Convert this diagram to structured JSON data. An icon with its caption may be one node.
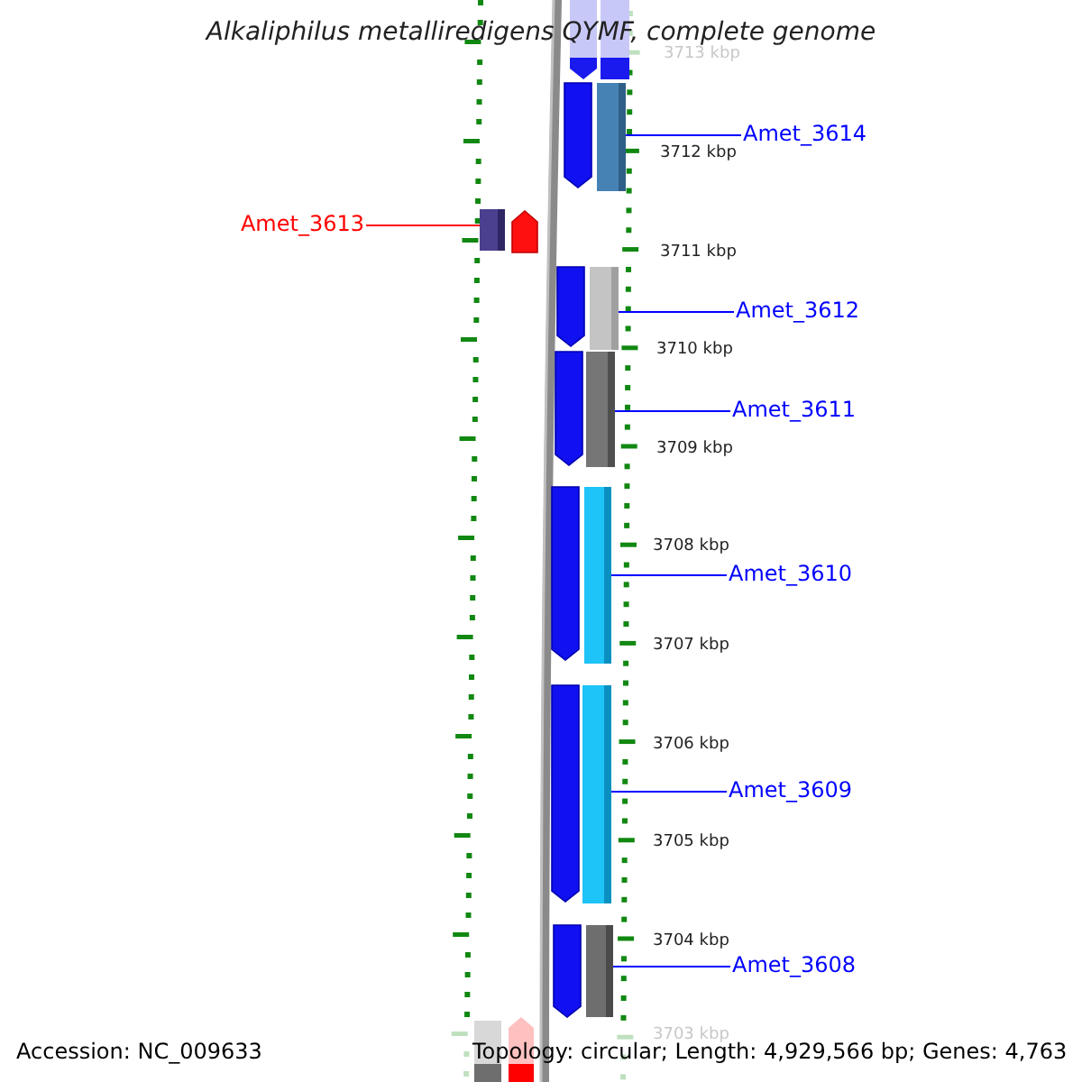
{
  "diagram": {
    "title": "Alkaliphilus metalliredigens QYMF, complete genome",
    "nodes": [
      {
        "text": [
          "Amet_3614"
        ]
      },
      {
        "text": [],
        "shape": "bar"
      },
      {
        "text": [
          "Amet_3613"
        ]
      },
      {
        "text": [],
        "shape": "bar"
      },
      {
        "text": [
          "Amet_3612"
        ]
      },
      {
        "text": [],
        "shape": "bar"
      },
      {
        "text": [
          "Amet_3611"
        ]
      },
      {
        "text": [],
        "shape": "bar"
      },
      {
        "text": [
          "Amet_3610"
        ]
      },
      {
        "text": [],
        "shape": "bar"
      },
      {
        "text": [
          "Amet_3609"
        ]
      },
      {
        "text": [],
        "shape": "bar"
      },
      {
        "text": [
          "Amet_3608"
        ]
      },
      {
        "text": [],
        "shape": "bar"
      }
    ],
    "edges": [
      {
        "from": 0,
        "to": 1,
        "arrow": "none"
      },
      {
        "from": 2,
        "to": 3,
        "arrow": "none",
        "color": "#ff0000"
      },
      {
        "from": 4,
        "to": 5,
        "arrow": "none"
      },
      {
        "from": 6,
        "to": 7,
        "arrow": "none"
      },
      {
        "from": 8,
        "to": 9,
        "arrow": "none"
      },
      {
        "from": 10,
        "to": 11,
        "arrow": "none"
      },
      {
        "from": 12,
        "to": 13,
        "arrow": "none"
      }
    ],
    "labels": [
      "3713 kbp",
      "3712 kbp",
      "3711 kbp",
      "3710 kbp",
      "3709 kbp",
      "3708 kbp",
      "3707 kbp",
      "3706 kbp",
      "3705 kbp",
      "3704 kbp",
      "3703 kbp",
      "Accession: NC_009633",
      "Topology: circular; Length: 4,929,566 bp; Genes: 4,763"
    ]
  }
}
